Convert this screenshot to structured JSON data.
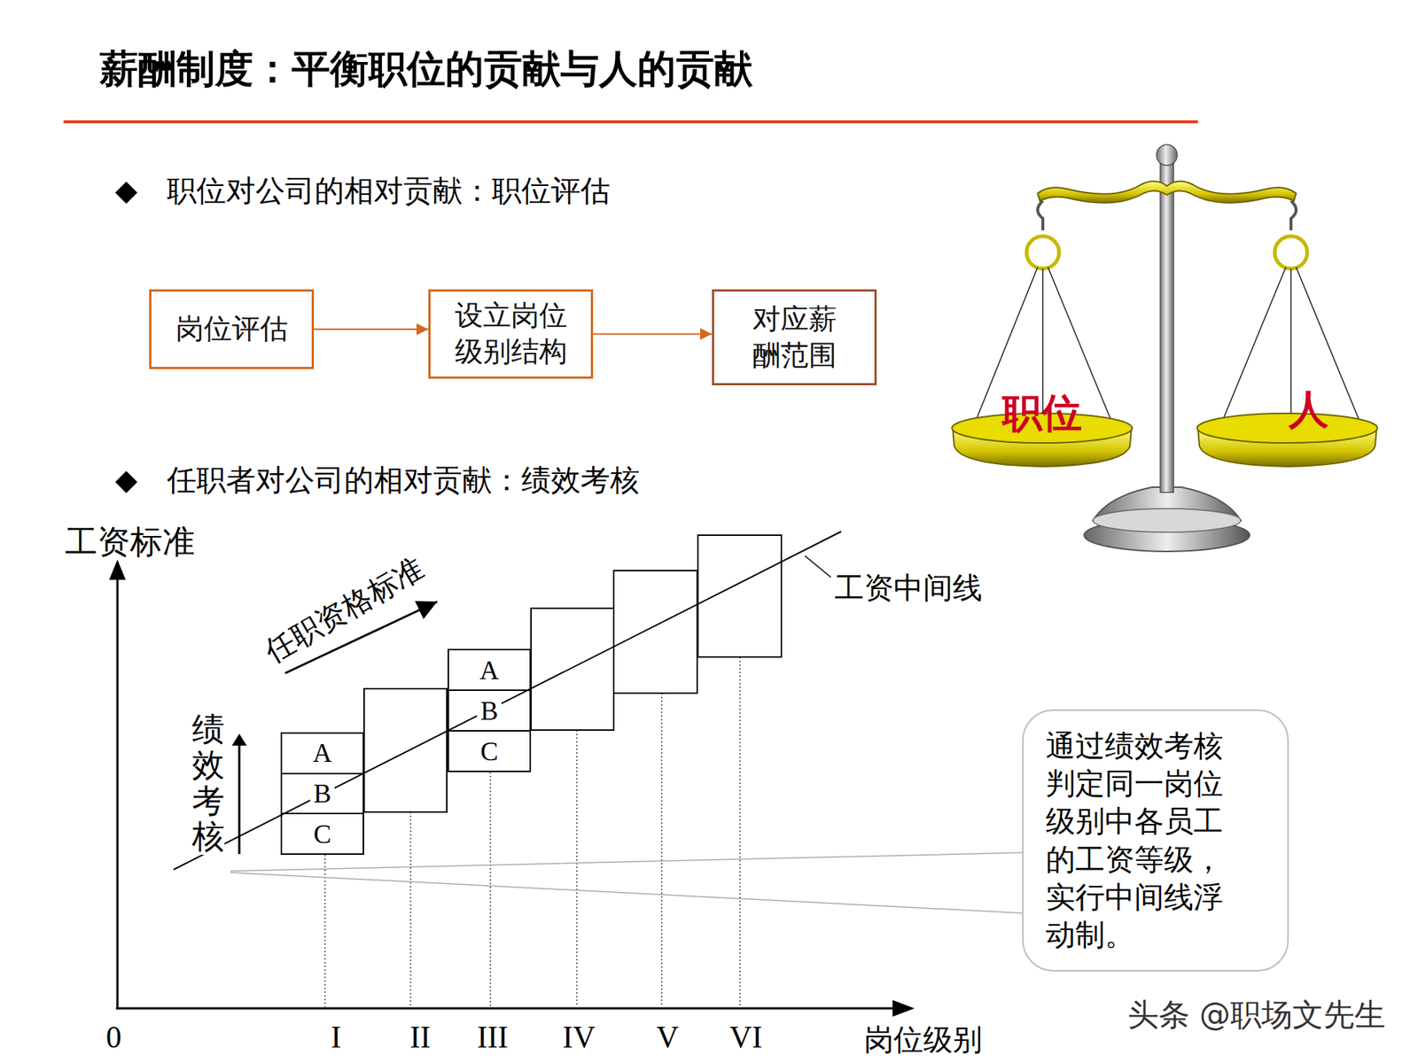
{
  "diagram": {
    "title": "薪酬制度：平衡职位的贡献与人的贡献",
    "nodes": [
      {
        "text": [
          "岗位评估"
        ]
      },
      {
        "text": [
          "设立岗位级别结构"
        ]
      },
      {
        "text": [
          "对应薪酬范围"
        ]
      },
      {
        "text": [
          "A",
          "B",
          "C"
        ]
      },
      {
        "text": [
          "A",
          "B",
          "C"
        ]
      },
      {
        "text": [
          "通过绩效考核判定同一岗位级别中各员工的工资等级，实行中间线浮动制。"
        ]
      }
    ],
    "edges": [
      {
        "from": 0,
        "to": 1,
        "arrow": "to"
      },
      {
        "from": 1,
        "to": 2,
        "arrow": "to"
      }
    ],
    "labels": [
      "职位对公司的相对贡献：职位评估",
      "任职者对公司的相对贡献：绩效考核",
      "职位",
      "人",
      "工资标准",
      "任职资格标准",
      "工资中间线",
      "绩效考核",
      "0",
      "I",
      "II",
      "III",
      "IV",
      "V",
      "VI",
      "岗位级别",
      "头条 @职场文先生"
    ]
  }
}
